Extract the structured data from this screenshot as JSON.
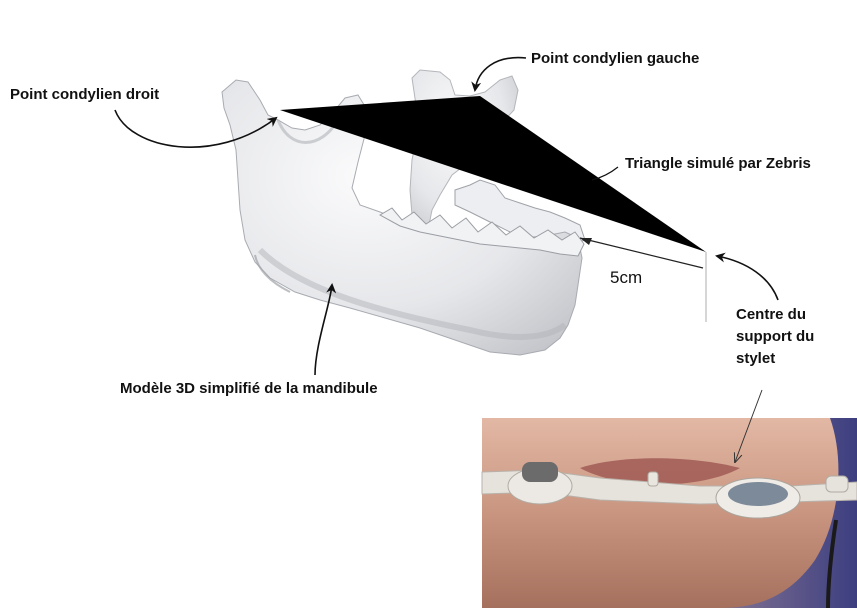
{
  "labels": {
    "left_condyle": "Point condylien gauche",
    "right_condyle": "Point condylien droit",
    "triangle": "Triangle simulé par Zebris",
    "model": "Modèle 3D simplifié de la mandibule",
    "distance": "5cm",
    "stylus_centre": [
      "Centre du",
      "support du",
      "stylet"
    ]
  },
  "colors": {
    "bone_fill": "#e8e9ec",
    "bone_shade": "#c4c6cb",
    "triangle_fill": "#000000",
    "photo_background": "#4a4a85",
    "skin": "#c99580",
    "device": "#e6e2dc"
  },
  "icons": [
    "mandible-3d-model",
    "zebris-triangle",
    "callout-arrow",
    "dimension-line",
    "jaw-photo",
    "stylus-support"
  ]
}
